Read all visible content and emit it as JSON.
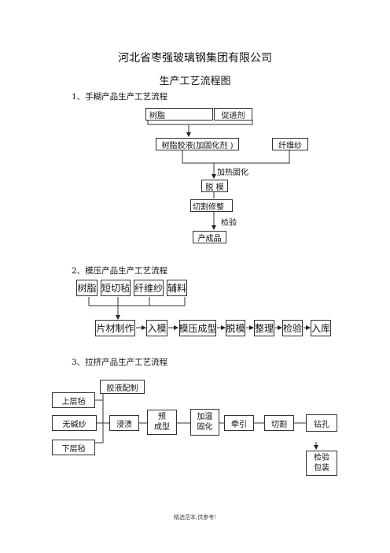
{
  "header": {
    "company": "河北省枣强玻璃钢集团有限公司",
    "title": "生产工艺流程图"
  },
  "section1": {
    "heading": "1、手糊产品生产工艺流程",
    "resin": "树脂",
    "accelerator": "促进剂",
    "resin_glue": "树脂胶液(加固化剂 )",
    "fiber": "纤维纱",
    "heat_cure": "加热固化",
    "demold": "脱 模",
    "cut_trim": "切割修整",
    "inspect": "检验",
    "finished": "产成品"
  },
  "section2": {
    "heading": "2、模压产品生产工艺流程",
    "materials": [
      "树脂",
      "短切毡",
      "纤维纱",
      "辅料"
    ],
    "steps": [
      "片材制作",
      "入模",
      "模压成型",
      "脱模",
      "整理",
      "检验",
      "入库"
    ]
  },
  "section3": {
    "heading": "3、拉挤产品生产工艺流程",
    "glue_mix": "胶液配制",
    "upper_felt": "上层毡",
    "alkali_free": "无碱纱",
    "lower_felt": "下层毡",
    "impregnate": "浸渍",
    "preform_1": "预",
    "preform_2": "成型",
    "heat_cure_1": "加温",
    "heat_cure_2": "固化",
    "traction": "牵引",
    "cutting": "切割",
    "drilling": "钻孔",
    "inspect_1": "检验",
    "inspect_2": "包装"
  },
  "footer": "精选范本,供参考!"
}
